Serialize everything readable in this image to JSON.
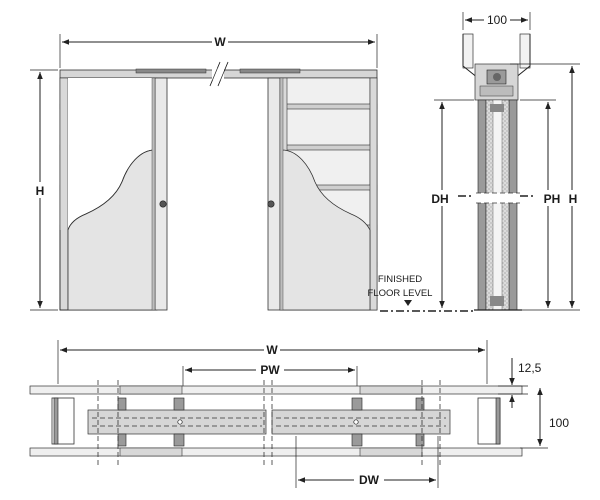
{
  "labels": {
    "elev_width": "W",
    "elev_height": "H",
    "section_top_width": "100",
    "section_dh": "DH",
    "section_ph": "PH",
    "section_h": "H",
    "floor_line1": "FINISHED",
    "floor_line2": "FLOOR LEVEL",
    "plan_width": "W",
    "plan_pw": "PW",
    "plan_dw": "DW",
    "plan_thickness": "12,5",
    "plan_depth": "100"
  }
}
